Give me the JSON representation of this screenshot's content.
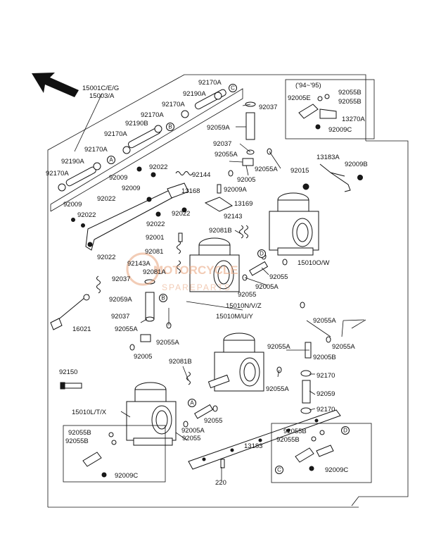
{
  "labels": {
    "l15001": "15001C/E/G",
    "l15003": "15003/A",
    "l92170a_1": "92170A",
    "l92190a_1": "92190A",
    "l92170a_2": "92170A",
    "l92170a_3": "92170A",
    "l92190b": "92190B",
    "l92170a_4": "92170A",
    "l92170a_5": "92170A",
    "l92190a_2": "92190A",
    "l92170a_6": "92170A",
    "l92037_1": "92037",
    "l92059a_1": "92059A",
    "l92037_2": "92037",
    "l92055a_1": "92055A",
    "l92055a_2": "92055A",
    "l92005_1": "92005",
    "l92022_1": "92022",
    "l92144": "92144",
    "l92009_1": "92009",
    "l92009_2": "92009",
    "l13168": "13168",
    "l92022_2": "92022",
    "l92009_3": "92009",
    "l92022_3": "92022",
    "l92022_4": "92022",
    "l92022_5": "92022",
    "l92022_6": "92022",
    "l92009a": "92009A",
    "l13169": "13169",
    "l92143": "92143",
    "l92081b_1": "92081B",
    "l92001": "92001",
    "l92081": "92081",
    "l92143a": "92143A",
    "l92081a": "92081A",
    "l92037_3": "92037",
    "l92059a_2": "92059A",
    "l92037_4": "92037",
    "l16021": "16021",
    "l92055a_3": "92055A",
    "l92055a_4": "92055A",
    "l92005_2": "92005",
    "l92150": "92150",
    "l15010l": "15010L/T/X",
    "l92081b_2": "92081B",
    "l92005a_1": "92005A",
    "l92055_1": "92055",
    "l92055_2": "92055",
    "l13183": "13183",
    "l220": "220",
    "l15010m": "15010M/U/Y",
    "l15010n": "15010N/V/Z",
    "l92055_3": "92055",
    "l92005a_2": "92005A",
    "l92055_4": "92055",
    "l15010o": "15010O/W",
    "l92015": "92015",
    "l13183a": "13183A",
    "l92009b": "92009B",
    "l92055a_5": "92055A",
    "l92055a_6": "92055A",
    "l92055a_7": "92055A",
    "l92005b": "92005B",
    "l92055a_8": "92055A",
    "l92170_1": "92170",
    "l92059": "92059",
    "l92170_2": "92170",
    "inset1_year": "('94~'95)",
    "inset1_92055b": "92055B",
    "inset1_92005e": "92005E",
    "inset1_92055b_2": "92055B",
    "inset1_13270a": "13270A",
    "inset1_92009c": "92009C",
    "inset2_92055b_1": "92055B",
    "inset2_92055b_2": "92055B",
    "inset2_92009c": "92009C",
    "inset3_92055b_1": "92055B",
    "inset3_92055b_2": "92055B",
    "inset3_92009c": "92009C",
    "ref_a": "A",
    "ref_b": "B",
    "ref_c": "C",
    "ref_d": "D",
    "watermark_main": "MOTORCYCLE",
    "watermark_sub": "SPAREPARTS"
  },
  "icons": {
    "direction": "front-direction-arrow-icon"
  }
}
